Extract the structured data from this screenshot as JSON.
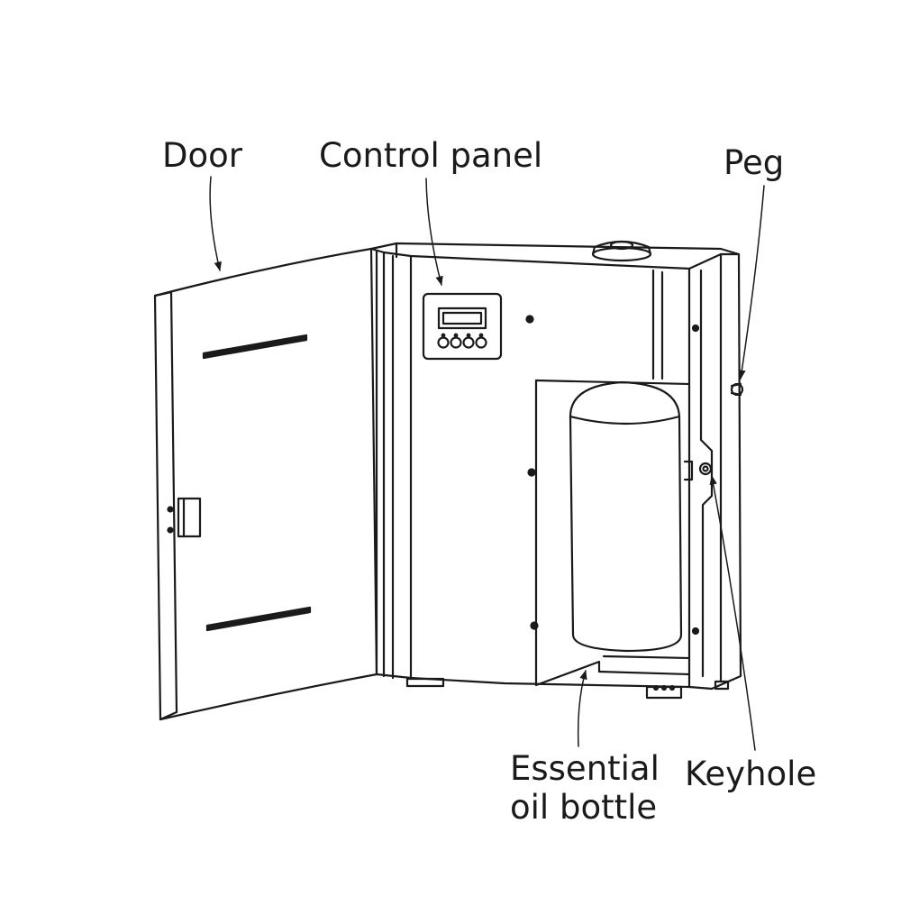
{
  "labels": {
    "door": "Door",
    "control_panel": "Control panel",
    "peg": "Peg",
    "oil_bottle_line1": "Essential",
    "oil_bottle_line2": "oil bottle",
    "keyhole": "Keyhole"
  },
  "colors": {
    "ink": "#1a1a1a",
    "background": "#ffffff"
  }
}
